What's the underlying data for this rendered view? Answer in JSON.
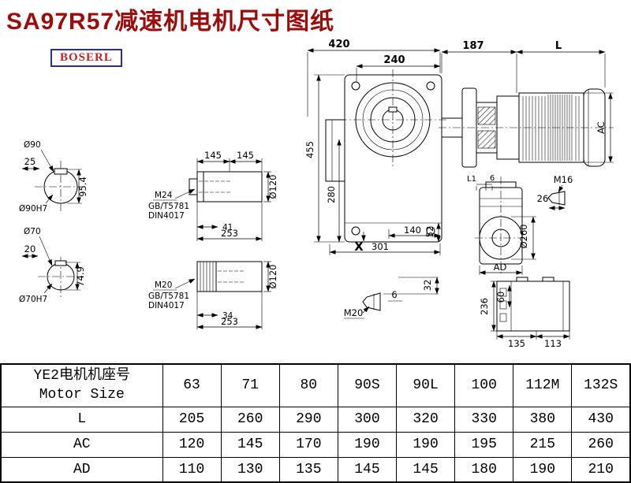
{
  "page": {
    "title": "SA97R57减速机电机尺寸图纸",
    "brand": "BOSERL"
  },
  "colors": {
    "title": "#9e0b0b",
    "brand_text": "#c42020",
    "brand_border": "#2b2b9b",
    "line": "#000000",
    "background": "#ffffff"
  },
  "drawing": {
    "shaft_end_1": {
      "dia": "Ø90",
      "key_width": "25",
      "height": "95.4",
      "bore": "Ø90H7"
    },
    "shaft_end_2": {
      "dia": "Ø70",
      "key_width": "20",
      "height": "74.9",
      "bore": "Ø70H7"
    },
    "shaft_side_1": {
      "len_a": "145",
      "len_b": "145",
      "dia": "Ø120",
      "thread": "M24",
      "std1": "GB/T5781",
      "std2": "DIN4017",
      "thread_len": "41",
      "total_len": "253"
    },
    "shaft_side_2": {
      "dia": "Ø120",
      "thread": "M20",
      "std1": "GB/T5781",
      "std2": "DIN4017",
      "thread_len": "34",
      "total_len": "253"
    },
    "main_view": {
      "width": "420",
      "width2": "240",
      "height": "455",
      "height2": "280",
      "foot": "52",
      "bottom_w": "140",
      "bottom_total": "301",
      "face": "X"
    },
    "motor_view": {
      "adapter_len": "187",
      "motor_len": "L",
      "motor_dia": "AC"
    },
    "flange_view": {
      "l1": "L1",
      "six": "6",
      "plug": "M16",
      "plug_len": "26",
      "flange_dia": "Ø260",
      "ad": "AD"
    },
    "key_detail": {
      "key_h": "32",
      "key_w": "6",
      "thread": "M20"
    },
    "rear_view": {
      "h": "236",
      "w60": "60",
      "w135": "135",
      "w113": "113"
    }
  },
  "table": {
    "header": {
      "title_cn": "YE2电机机座号",
      "title_en": "Motor Size",
      "sizes": [
        "63",
        "71",
        "80",
        "90S",
        "90L",
        "100",
        "112M",
        "132S"
      ]
    },
    "rows": [
      {
        "label": "L",
        "values": [
          "205",
          "260",
          "290",
          "300",
          "320",
          "330",
          "380",
          "430"
        ]
      },
      {
        "label": "AC",
        "values": [
          "120",
          "145",
          "170",
          "190",
          "190",
          "195",
          "215",
          "260"
        ]
      },
      {
        "label": "AD",
        "values": [
          "110",
          "130",
          "135",
          "145",
          "145",
          "180",
          "190",
          "210"
        ]
      }
    ]
  }
}
